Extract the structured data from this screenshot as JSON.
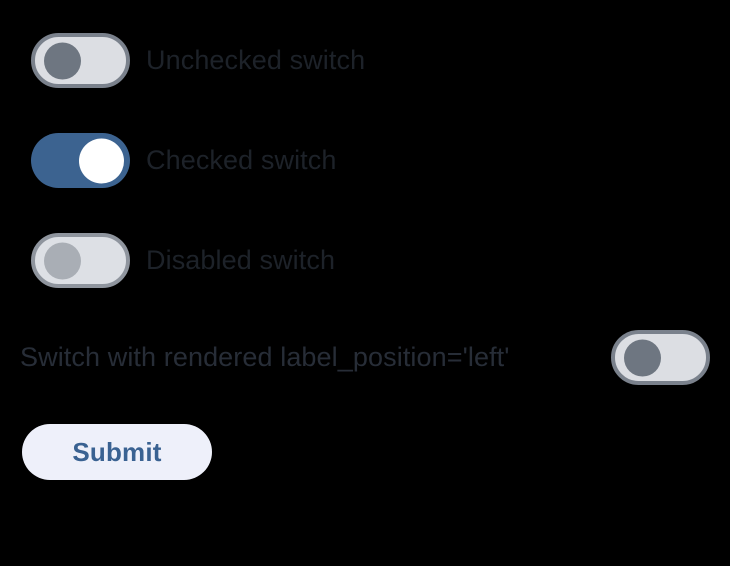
{
  "page": {
    "background_color": "#000000",
    "text_color": "#1d2229"
  },
  "colors": {
    "switch_track_off": "#dcdee3",
    "switch_border_off": "#7a818c",
    "switch_thumb_off": "#6e7681",
    "switch_track_on": "#3c6390",
    "switch_thumb_on": "#ffffff",
    "switch_thumb_disabled": "#a9aeb5",
    "button_background": "#eef0fa",
    "button_text": "#3a6292"
  },
  "switches": [
    {
      "id": "unchecked-switch",
      "label": "Unchecked switch",
      "state": "off",
      "checked": false,
      "disabled": false,
      "label_position": "right",
      "icon": "toggle-off-icon"
    },
    {
      "id": "checked-switch",
      "label": "Checked switch",
      "state": "on",
      "checked": true,
      "disabled": false,
      "label_position": "right",
      "icon": "toggle-on-icon"
    },
    {
      "id": "disabled-switch",
      "label": "Disabled switch",
      "state": "off",
      "checked": false,
      "disabled": true,
      "label_position": "right",
      "icon": "toggle-off-icon"
    },
    {
      "id": "left-label-switch",
      "label": "Switch with rendered label_position='left'",
      "state": "off",
      "checked": false,
      "disabled": false,
      "label_position": "left",
      "icon": "toggle-off-icon"
    }
  ],
  "form": {
    "submit_label": "Submit"
  }
}
